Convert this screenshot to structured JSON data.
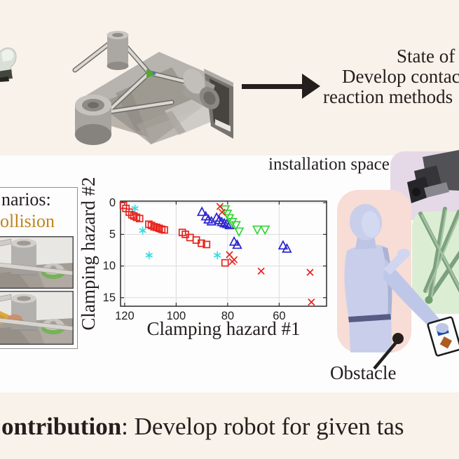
{
  "colors": {
    "background": "#f9f2ea",
    "panel_white": "#fdfdfd",
    "accent_orange": "#bf831f",
    "plot_red": "#e8231e",
    "plot_blue": "#2a24cf",
    "plot_green": "#35d435",
    "plot_cyan": "#35dbe2",
    "obstacle_bg": "#f7ddd5",
    "installation_bg": "#e5d9e7",
    "workspace_bg": "#dbeed4",
    "mannequin": "#c9cfea",
    "text": "#241f1e"
  },
  "top": {
    "note_lines": [
      "State of",
      "Develop contac",
      "reaction methods"
    ]
  },
  "scenario_panel": {
    "title_black": "narios:",
    "title_orange": "ollision"
  },
  "labels": {
    "installation_space": "installation space",
    "obstacle": "Obstacle"
  },
  "chart_data": {
    "type": "scatter",
    "title": "",
    "xlabel": "Clamping hazard #1",
    "ylabel": "Clamping hazard #2",
    "x_ticks": [
      120,
      100,
      80,
      60
    ],
    "y_ticks": [
      0,
      5,
      10,
      15
    ],
    "x_axis_reversed": true,
    "y_axis_reversed": true,
    "xlim": [
      121.6,
      41.6
    ],
    "ylim": [
      -0.25,
      16.35
    ],
    "grid": true,
    "legend_position": "none",
    "series": [
      {
        "name": "red-squares",
        "marker": "square",
        "color": "#e8231e",
        "points": [
          [
            120.5,
            0.4
          ],
          [
            119.5,
            0.9
          ],
          [
            118.2,
            1.5
          ],
          [
            117.2,
            1.9
          ],
          [
            116.4,
            2.1
          ],
          [
            115.4,
            2.3
          ],
          [
            114.2,
            2.5
          ],
          [
            110.6,
            3.4
          ],
          [
            109.6,
            3.6
          ],
          [
            108.6,
            3.8
          ],
          [
            107.6,
            3.9
          ],
          [
            106.6,
            4.05
          ],
          [
            105.6,
            4.2
          ],
          [
            104.6,
            4.3
          ],
          [
            97.6,
            4.7
          ],
          [
            96.4,
            5.0
          ],
          [
            94.6,
            5.5
          ],
          [
            92.2,
            5.9
          ],
          [
            90.2,
            6.4
          ],
          [
            88.2,
            6.6
          ],
          [
            81,
            9.5
          ]
        ]
      },
      {
        "name": "cyan-asterisks",
        "marker": "asterisk",
        "color": "#35dbe2",
        "points": [
          [
            116,
            0.9
          ],
          [
            113,
            4.4
          ],
          [
            110.5,
            8.3
          ],
          [
            84,
            8.3
          ]
        ]
      },
      {
        "name": "blue-triangles-up",
        "marker": "triangle-up",
        "color": "#2a24cf",
        "points": [
          [
            90,
            1.5
          ],
          [
            88.5,
            2.2
          ],
          [
            87.5,
            2.7
          ],
          [
            86.3,
            3.0
          ],
          [
            84.3,
            2.4
          ],
          [
            83.3,
            2.8
          ],
          [
            82.3,
            3.1
          ],
          [
            81.3,
            3.3
          ],
          [
            80.3,
            3.4
          ],
          [
            79.3,
            3.6
          ],
          [
            77.5,
            6.2
          ],
          [
            76.3,
            6.7
          ],
          [
            58.5,
            6.8
          ],
          [
            57,
            7.3
          ]
        ]
      },
      {
        "name": "green-triangles-down",
        "marker": "triangle-down",
        "color": "#35d435",
        "points": [
          [
            81,
            1.0
          ],
          [
            80.2,
            1.7
          ],
          [
            79.4,
            2.4
          ],
          [
            78.2,
            3.0
          ],
          [
            76.8,
            3.5
          ],
          [
            75.6,
            4.5
          ],
          [
            68.5,
            4.2
          ],
          [
            65.5,
            4.2
          ]
        ]
      },
      {
        "name": "red-x",
        "marker": "x",
        "color": "#e8231e",
        "points": [
          [
            83,
            0.6
          ],
          [
            82.2,
            1.5
          ],
          [
            79.3,
            8.2
          ],
          [
            78.2,
            9.3
          ],
          [
            77.5,
            9.0
          ],
          [
            67,
            10.8
          ],
          [
            48,
            11.0
          ],
          [
            47.5,
            15.7
          ]
        ]
      }
    ]
  },
  "bottom": {
    "bold": "ontribution",
    "rest": ": Develop robot for given tas"
  }
}
